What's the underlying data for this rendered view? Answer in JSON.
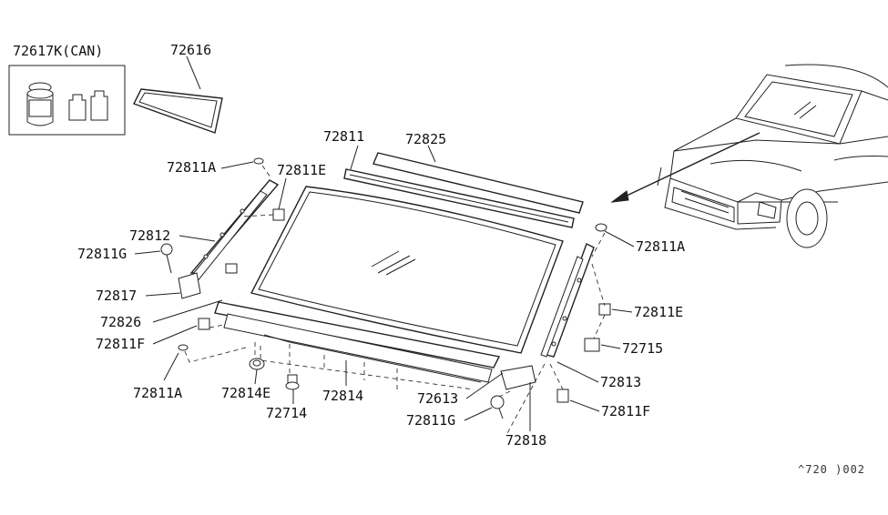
{
  "labels": {
    "kit": "72617K(CAN)",
    "dam": "72616",
    "m72811": "72811",
    "m72825": "72825",
    "m72811A_top": "72811A",
    "m72811E_left": "72811E",
    "m72812": "72812",
    "m72811G_left": "72811G",
    "m72817": "72817",
    "m72826": "72826",
    "m72811F_left": "72811F",
    "m72811A_bl": "72811A",
    "m72814E": "72814E",
    "m72714": "72714",
    "m72814": "72814",
    "m72613": "72613",
    "m72811G_right": "72811G",
    "m72818": "72818",
    "m72811A_right": "72811A",
    "m72811E_right": "72811E",
    "m72715": "72715",
    "m72813": "72813",
    "m72811F_right": "72811F"
  },
  "diagram_code": "^720 )002"
}
